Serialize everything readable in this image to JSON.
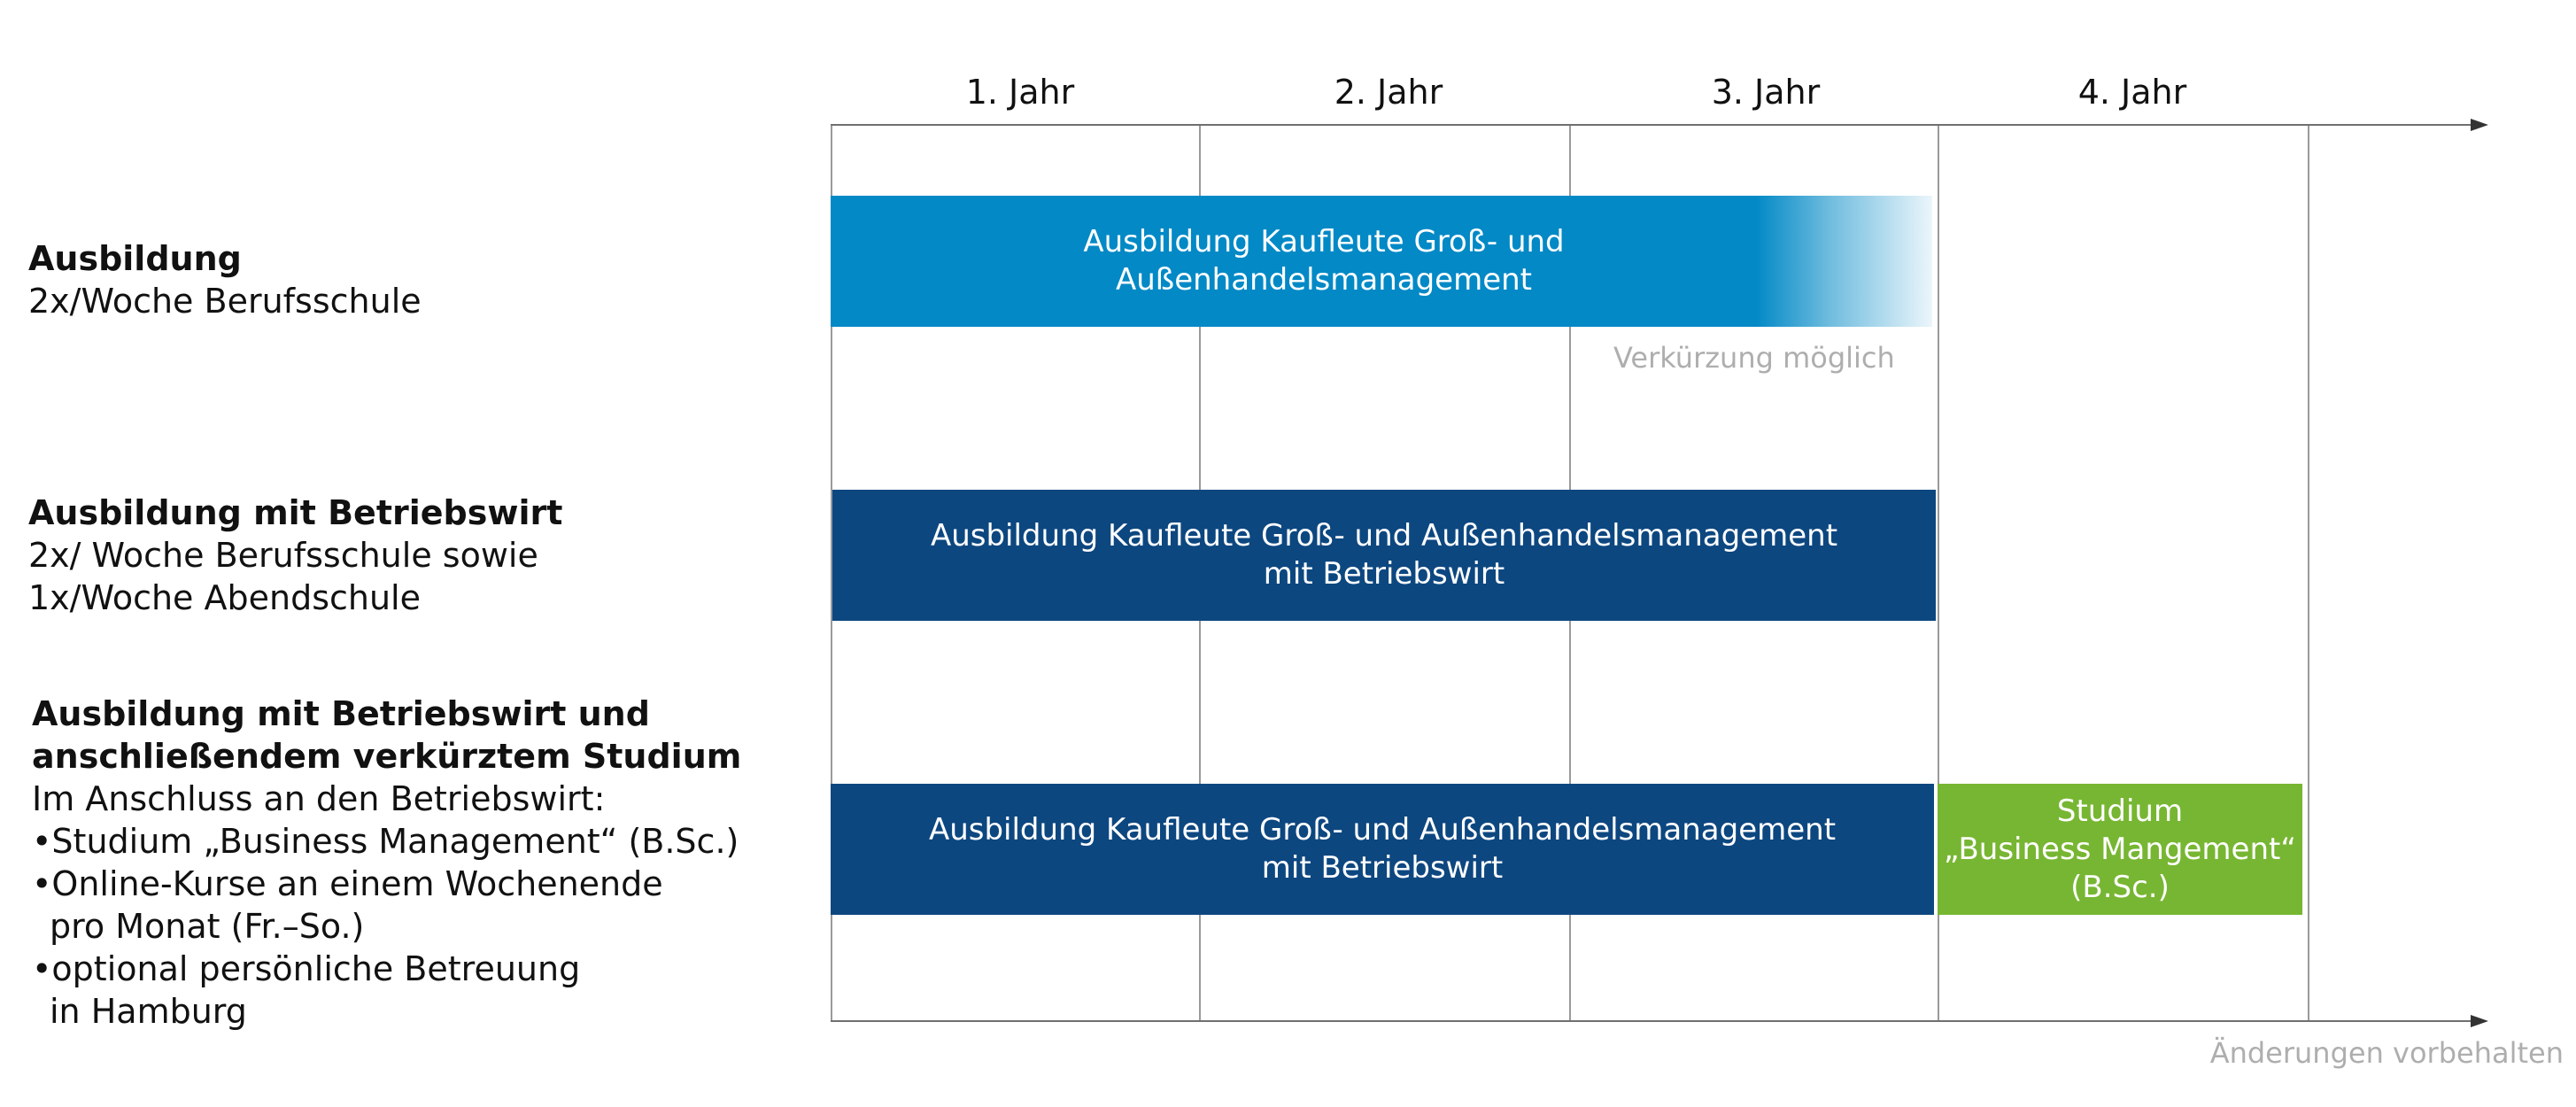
{
  "rows": [
    {
      "title": "Ausbildung",
      "lines": [
        "2x/Woche Berufsschule"
      ]
    },
    {
      "title": "Ausbildung mit Betriebswirt",
      "lines": [
        "2x/ Woche Berufsschule sowie",
        "1x/Woche Abendschule"
      ]
    },
    {
      "title_lines": [
        "Ausbildung mit Betriebswirt und",
        "anschließendem verkürztem Studium"
      ],
      "intro": "Im Anschluss an den Betriebswirt:",
      "bullets": [
        [
          "Studium „Business Management“ (B.Sc.)"
        ],
        [
          "Online-Kurse an einem Wochenende",
          "pro Monat (Fr.–So.)"
        ],
        [
          "optional persönliche Betreuung",
          "in Hamburg"
        ]
      ],
      "bullet_char": "•"
    }
  ],
  "years": [
    "1. Jahr",
    "2. Jahr",
    "3. Jahr",
    "4. Jahr"
  ],
  "bars": {
    "ausbildung": [
      "Ausbildung Kaufleute Groß- und",
      "Außenhandelsmanagement"
    ],
    "betriebswirt": [
      "Ausbildung Kaufleute Groß- und Außenhandelsmanagement",
      "mit Betriebswirt"
    ],
    "betriebswirt_studium": [
      "Ausbildung Kaufleute Groß- und Außenhandelsmanagement",
      "mit Betriebswirt"
    ],
    "studium": [
      "Studium",
      "„Business Mangement“",
      "(B.Sc.)"
    ]
  },
  "notes": {
    "verkuerzung": "Verkürzung möglich",
    "aenderungen": "Änderungen vorbehalten"
  },
  "colors": {
    "light_blue": "#0289c6",
    "dark_blue": "#0d4780",
    "green": "#77b632",
    "note_gray": "#aeaeae"
  }
}
